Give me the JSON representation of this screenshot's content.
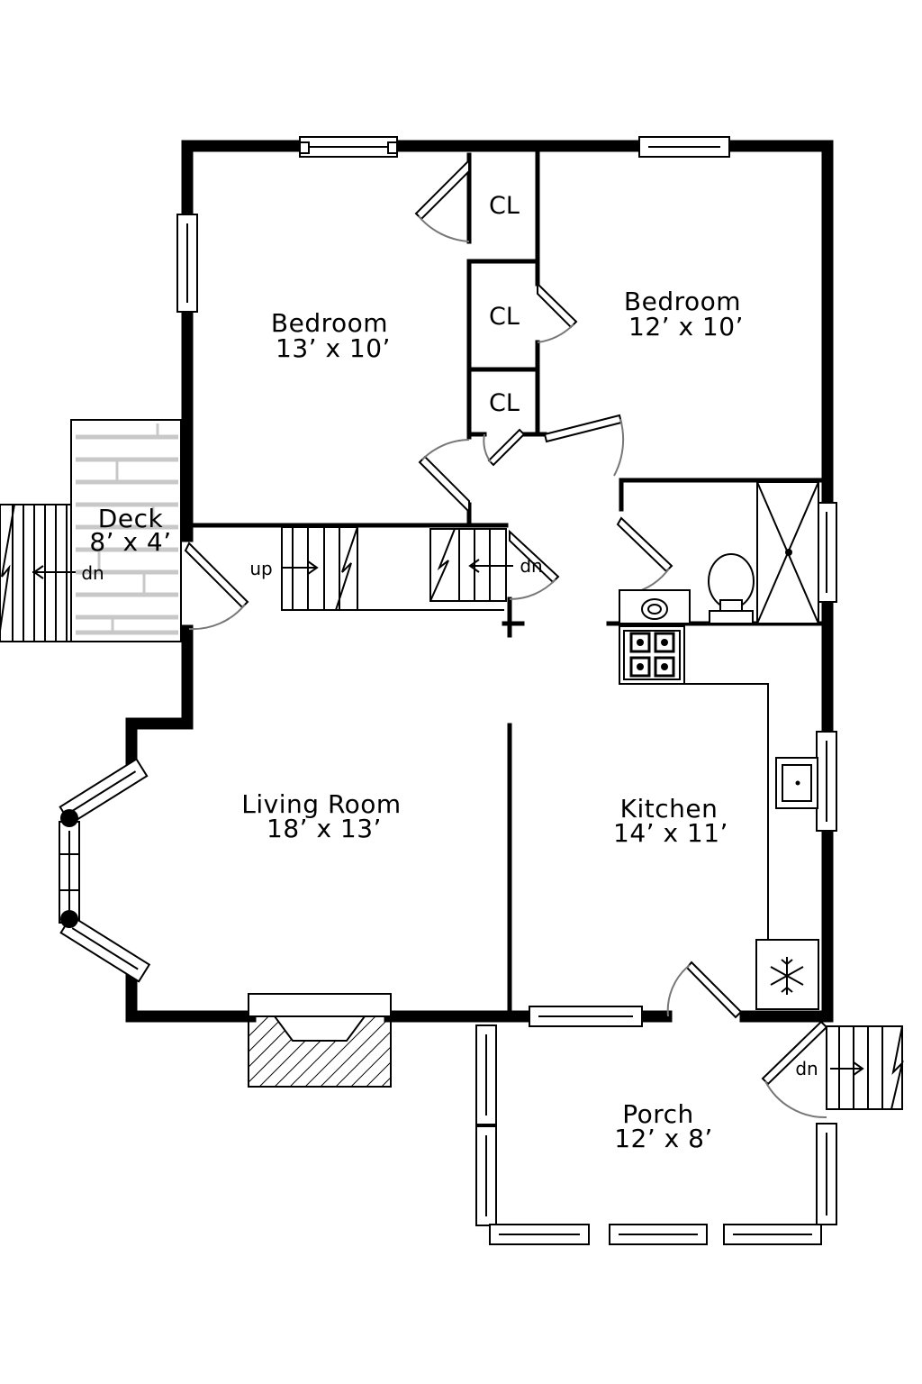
{
  "rooms": {
    "bedroom1": {
      "name": "Bedroom",
      "size": "13’ x 10’"
    },
    "bedroom2": {
      "name": "Bedroom",
      "size": "12’ x 10’"
    },
    "deck": {
      "name": "Deck",
      "size": "8’ x 4’"
    },
    "living": {
      "name": "Living Room",
      "size": "18’ x 13’"
    },
    "kitchen": {
      "name": "Kitchen",
      "size": "14’ x 11’"
    },
    "porch": {
      "name": "Porch",
      "size": "12’ x 8’"
    }
  },
  "closets": [
    "CL",
    "CL",
    "CL"
  ],
  "stairs": {
    "up": "up",
    "dn": "dn"
  }
}
